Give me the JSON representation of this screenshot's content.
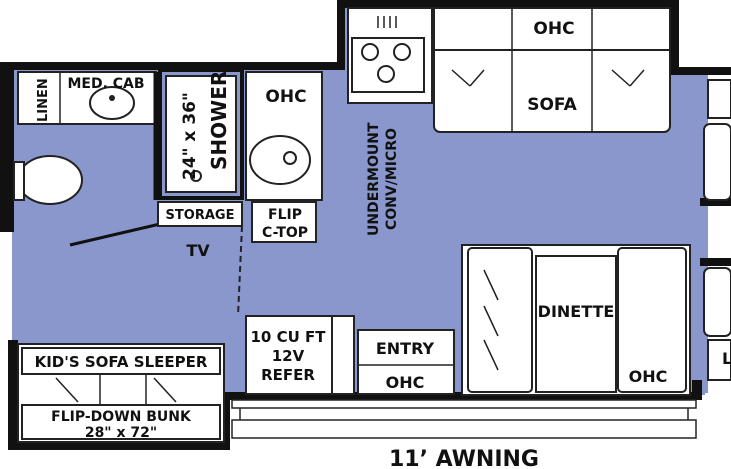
{
  "floorplan": {
    "colors": {
      "floor": "#8A97CD",
      "wall": "#111111",
      "fixture": "#FFFFFF"
    },
    "rooms": {
      "linen": "LINEN",
      "med_cab": "MED. CAB",
      "shower": "24\" x 36\"",
      "shower_word": "SHOWER",
      "storage": "STORAGE",
      "tv": "TV",
      "ohc_bath": "OHC",
      "flip_line1": "FLIP",
      "flip_line2": "C-TOP",
      "microwave_line1": "UNDERMOUNT",
      "microwave_line2": "CONV/MICRO",
      "ohc_top": "OHC",
      "sofa": "SOFA",
      "fridge_line1": "10 CU FT",
      "fridge_line2": "12V",
      "fridge_line3": "REFER",
      "entry": "ENTRY",
      "ohc_entry": "OHC",
      "dinette": "DINETTE",
      "ohc_dinette": "OHC",
      "kids_sofa": "KID'S SOFA SLEEPER",
      "bunk_line1": "FLIP-DOWN BUNK",
      "bunk_line2": "28\" x 72\"",
      "awning": "11’ AWNING",
      "cut_letter": "L"
    }
  }
}
